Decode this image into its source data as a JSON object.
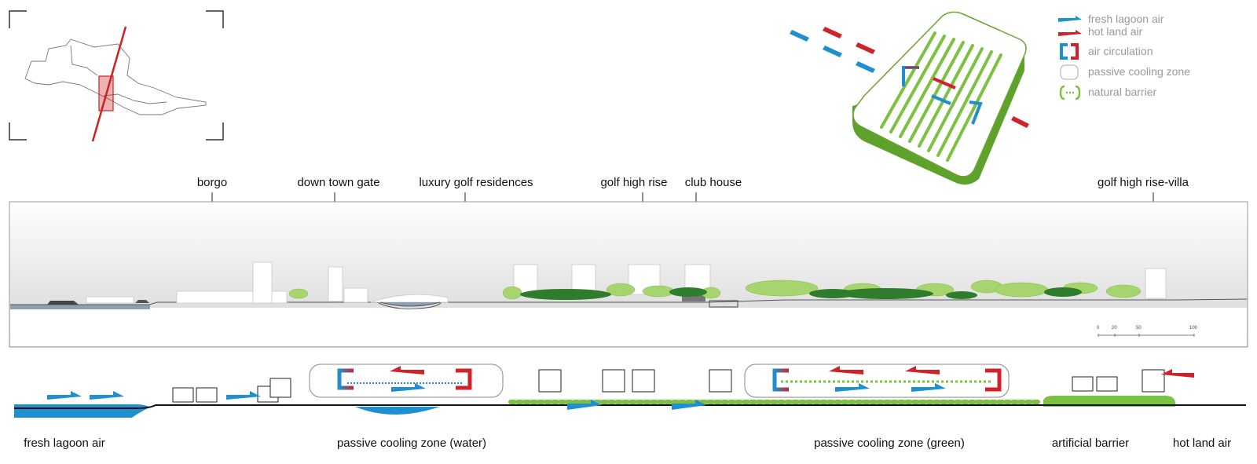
{
  "colors": {
    "fresh_air": "#1f8fd0",
    "hot_air": "#d0222a",
    "green": "#7cc242",
    "dark_green": "#2f7d2c",
    "map_highlight": "#cc2222"
  },
  "legend": {
    "items": [
      {
        "icon": "blue-arrow-icon",
        "label": "fresh lagoon air"
      },
      {
        "icon": "red-arrow-icon",
        "label": "hot land air"
      },
      {
        "icon": "air-circulation-icon",
        "label": "air circulation"
      },
      {
        "icon": "rounded-rectangle-icon",
        "label": "passive cooling zone"
      },
      {
        "icon": "green-bracket-icon",
        "label": "natural barrier"
      }
    ]
  },
  "section_labels": {
    "borgo": "borgo",
    "downtown_gate": "down town gate",
    "luxury_golf": "luxury golf residences",
    "golf_high_rise": "golf high rise",
    "club_house": "club house",
    "golf_villa": "golf high rise-villa"
  },
  "scale_bar": {
    "ticks": [
      "0",
      "20",
      "50",
      "100"
    ]
  },
  "bottom_labels": {
    "fresh_lagoon_air": "fresh lagoon air",
    "cooling_water": "passive cooling zone (water)",
    "cooling_green": "passive cooling zone (green)",
    "artificial_barrier": "artificial barrier",
    "hot_land_air": "hot land air"
  }
}
